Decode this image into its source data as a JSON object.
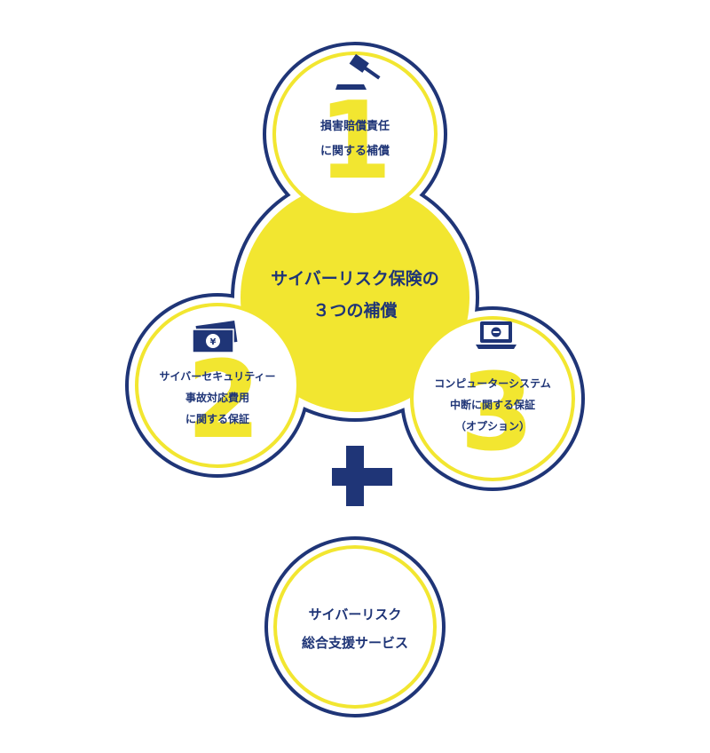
{
  "center": {
    "line1": "サイバーリスク保険の",
    "line2": "３つの補償"
  },
  "items": [
    {
      "number": "1",
      "icon": "gavel-icon",
      "lines": [
        "損害賠償責任",
        "に関する補償"
      ]
    },
    {
      "number": "2",
      "icon": "yen-bill-icon",
      "lines": [
        "サイバーセキュリティー",
        "事故対応費用",
        "に関する保証"
      ]
    },
    {
      "number": "3",
      "icon": "laptop-icon",
      "lines": [
        "コンピューターシステム",
        "中断に関する保証",
        "（オプション）"
      ]
    }
  ],
  "plus_icon": "plus-icon",
  "extra": {
    "line1": "サイバーリスク",
    "line2": "総合支援サービス"
  },
  "colors": {
    "navy": "#1f3577",
    "yellow": "#f2e630",
    "white": "#ffffff"
  }
}
